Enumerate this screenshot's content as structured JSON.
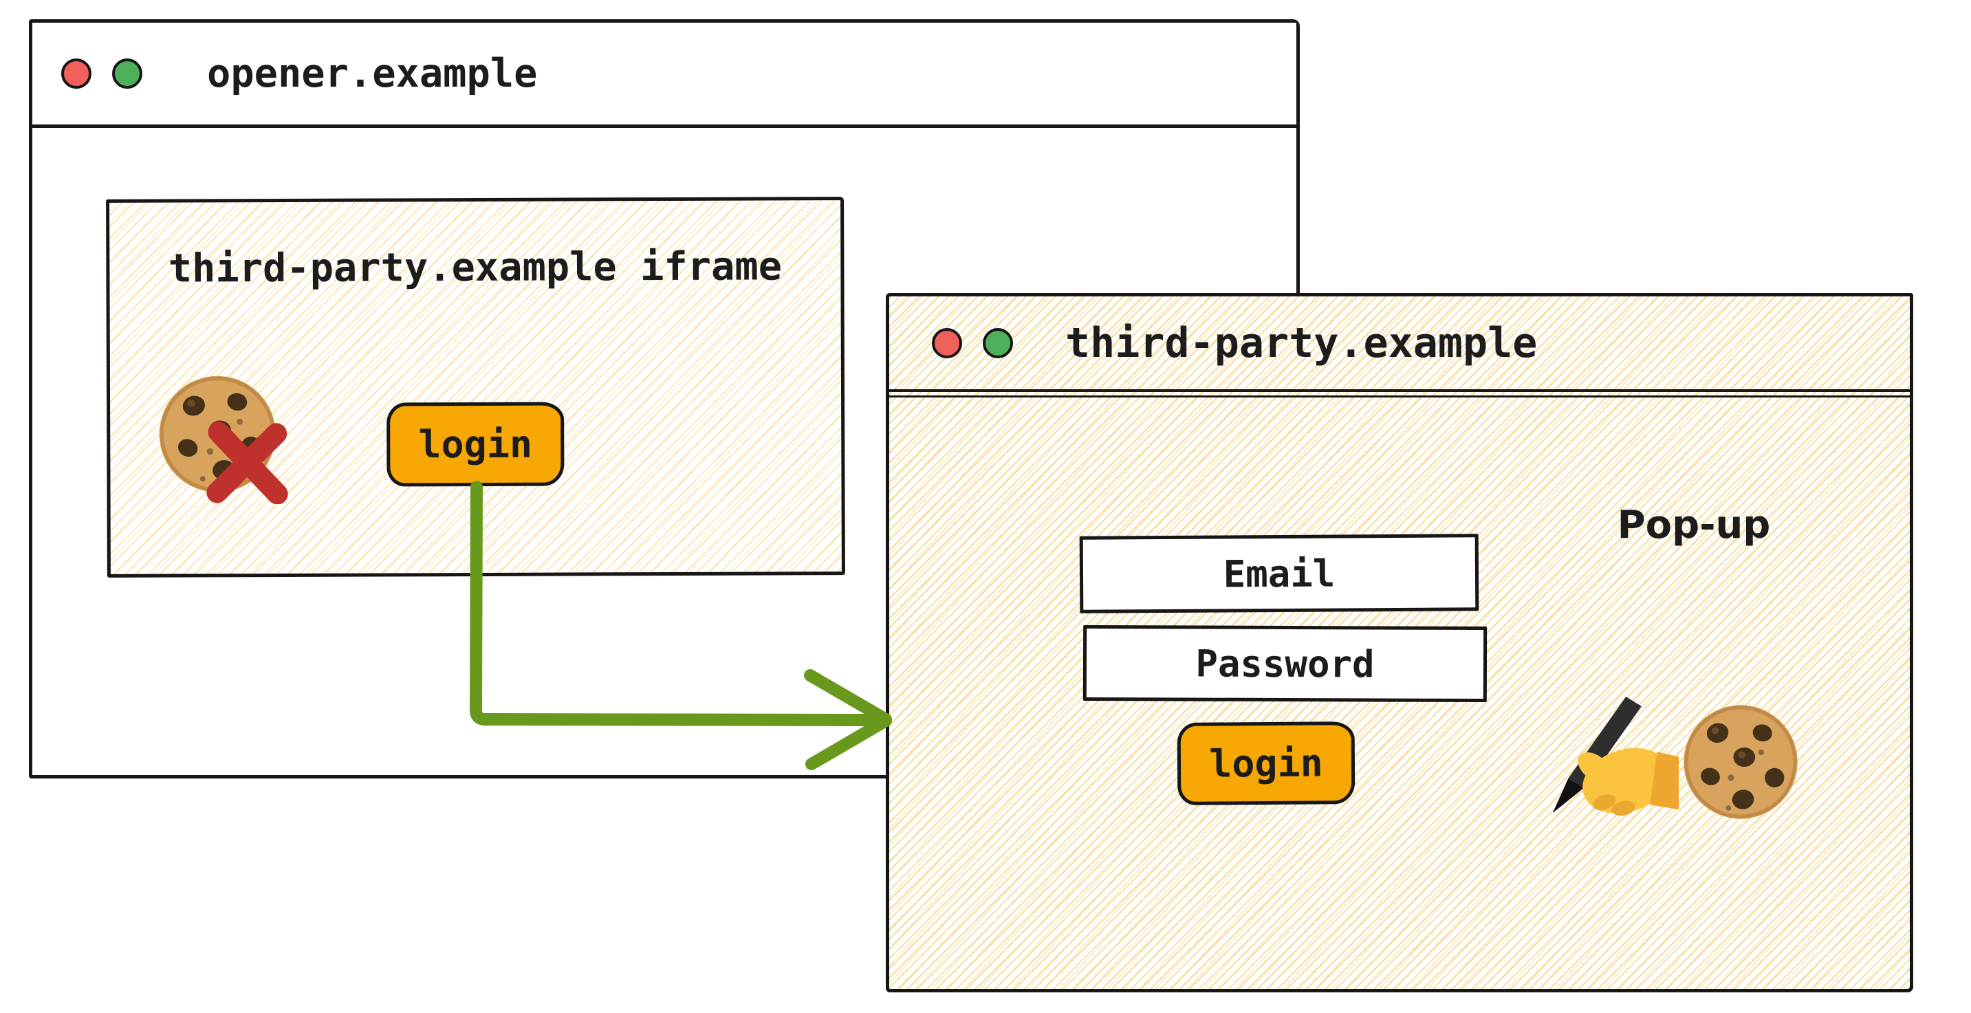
{
  "colors": {
    "ink": "#161616",
    "paper": "#ffffff",
    "hatch": "#f6d68a",
    "accent_orange": "#f7a804",
    "arrow_green": "#68991d",
    "cross_red": "#bf312c",
    "traffic_red": "#f2605b",
    "traffic_green": "#4db05b",
    "text": "#1c1c1c"
  },
  "opener_window": {
    "title": "opener.example",
    "iframe": {
      "label": "third-party.example iframe",
      "login_button": "login"
    }
  },
  "popup_window": {
    "title": "third-party.example",
    "annotation": "Pop-up",
    "email_field": "Email",
    "password_field": "Password",
    "login_button": "login"
  }
}
